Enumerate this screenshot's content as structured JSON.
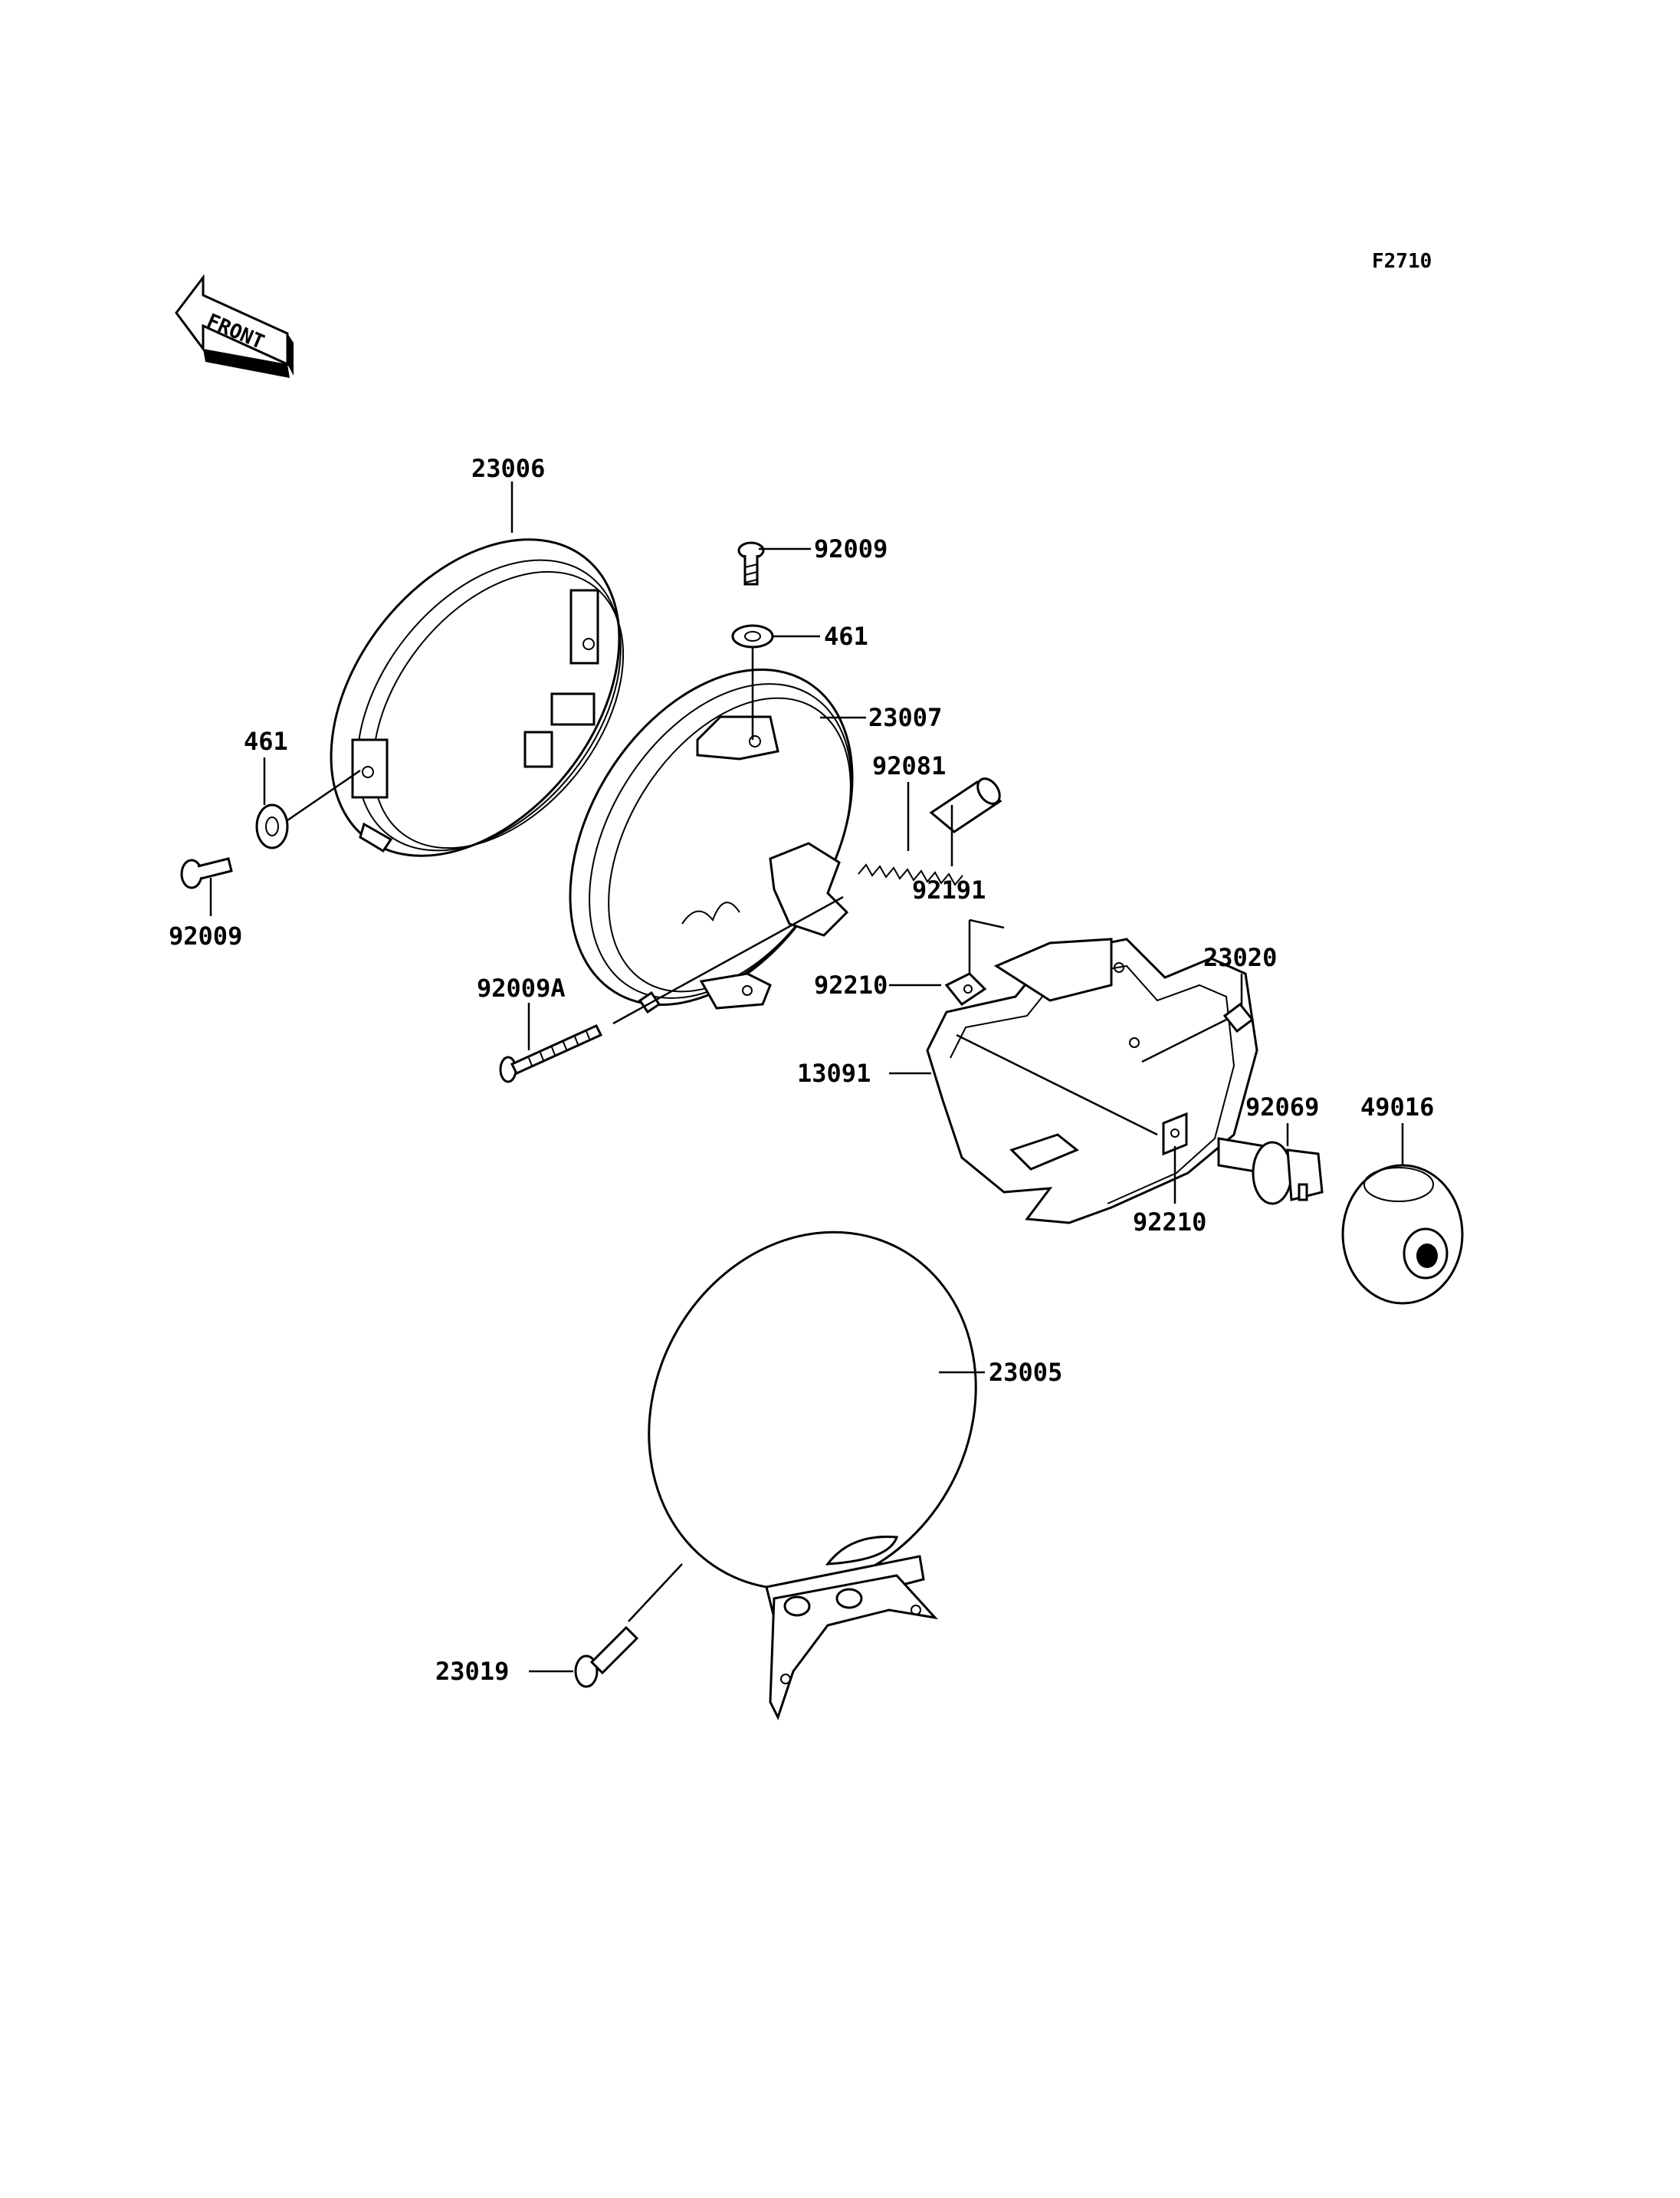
{
  "figure_code": "F2710",
  "front_label": "FRONT",
  "labels": {
    "p23006": "23006",
    "p92009_top": "92009",
    "p461_top": "461",
    "p23007": "23007",
    "p461_left": "461",
    "p92081": "92081",
    "p92191": "92191",
    "p92009_left": "92009",
    "p23020": "23020",
    "p92210_a": "92210",
    "p92009A": "92009A",
    "p13091": "13091",
    "p92069": "92069",
    "p49016": "49016",
    "p92210_b": "92210",
    "p23005": "23005",
    "p23019": "23019"
  }
}
